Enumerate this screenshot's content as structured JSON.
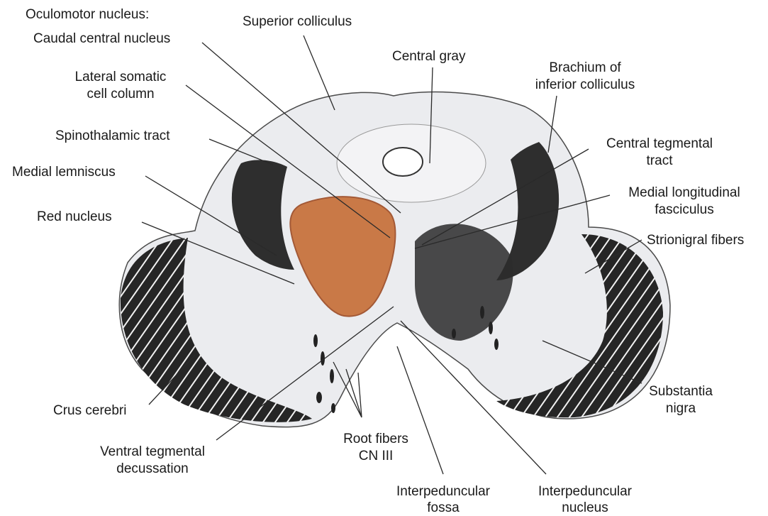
{
  "labels": {
    "oculomotor_heading": "Oculomotor nucleus:",
    "superior_colliculus": "Superior colliculus",
    "caudal_central_nucleus": "Caudal central nucleus",
    "central_gray": "Central gray",
    "brachium_1": "Brachium of",
    "brachium_2": "inferior colliculus",
    "lateral_somatic_1": "Lateral somatic",
    "lateral_somatic_2": "cell column",
    "spinothalamic_tract": "Spinothalamic tract",
    "central_tegmental_1": "Central tegmental",
    "central_tegmental_2": "tract",
    "medial_lemniscus": "Medial lemniscus",
    "mlf_1": "Medial longitudinal",
    "mlf_2": "fasciculus",
    "red_nucleus": "Red nucleus",
    "strionigral_fibers": "Strionigral fibers",
    "substantia_nigra_1": "Substantia",
    "substantia_nigra_2": "nigra",
    "crus_cerebri": "Crus cerebri",
    "ventral_tegmental_1": "Ventral tegmental",
    "ventral_tegmental_2": "decussation",
    "root_fibers_1": "Root fibers",
    "root_fibers_2": "CN III",
    "interpeduncular_fossa_1": "Interpeduncular",
    "interpeduncular_fossa_2": "fossa",
    "interpeduncular_nucleus_1": "Interpeduncular",
    "interpeduncular_nucleus_2": "nucleus"
  },
  "colors": {
    "highlight": "#c8733f",
    "highlight_stroke": "#a0522d",
    "tissue_light": "#ebecef",
    "tissue_dark": "#262626",
    "leader_line": "#2a2a2a"
  }
}
